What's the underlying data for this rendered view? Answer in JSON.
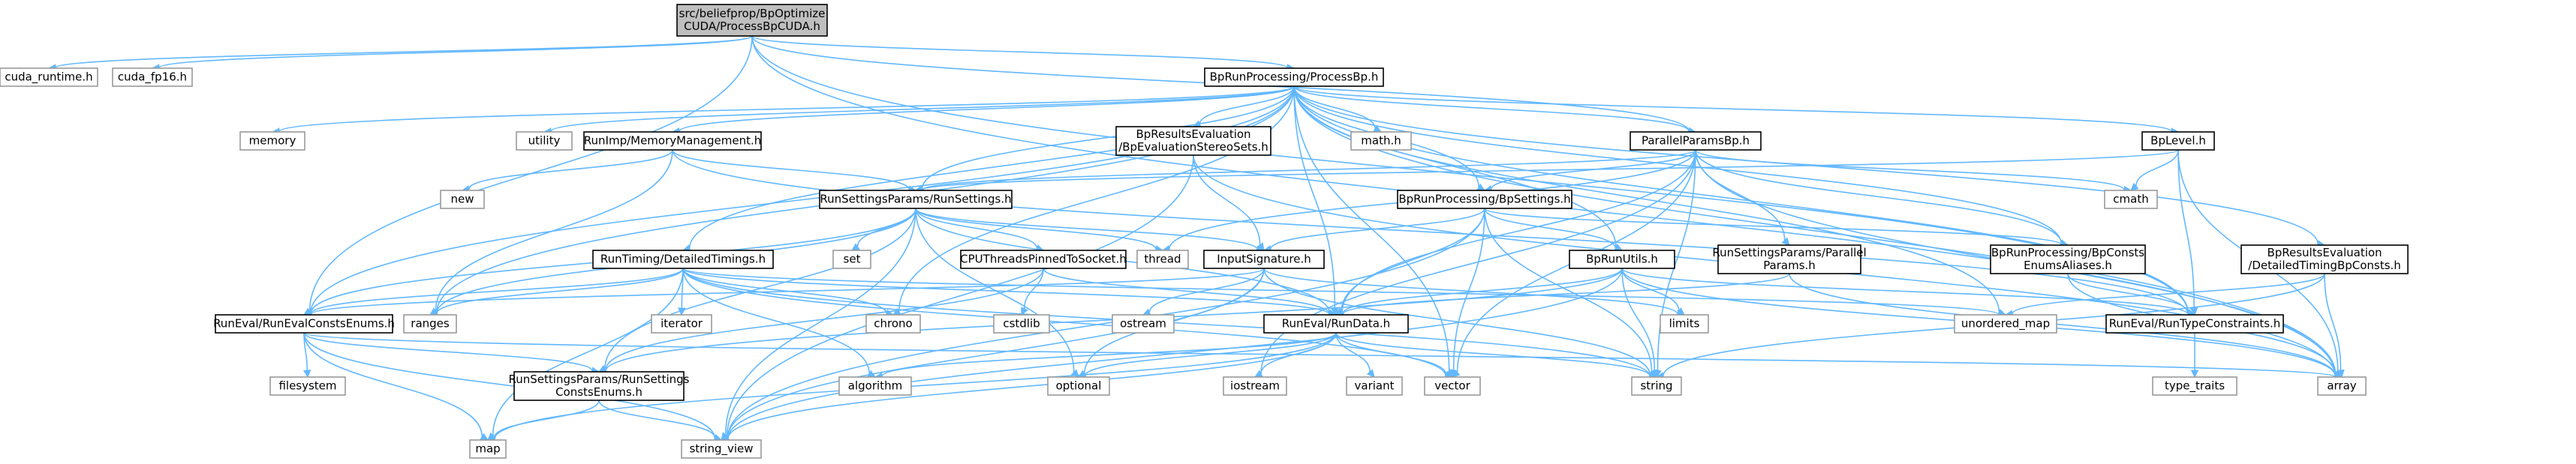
{
  "graph": {
    "nodes": {
      "root": [
        "src/beliefprop/BpOptimize",
        "CUDA/ProcessBpCUDA.h"
      ],
      "cuda_runtime": [
        "cuda_runtime.h"
      ],
      "cuda_fp16": [
        "cuda_fp16.h"
      ],
      "processbp": [
        "BpRunProcessing/ProcessBp.h"
      ],
      "memory": [
        "memory"
      ],
      "utility": [
        "utility"
      ],
      "memorymgmt": [
        "RunImp/MemoryManagement.h"
      ],
      "evalstereo": [
        "BpResultsEvaluation",
        "/BpEvaluationStereoSets.h"
      ],
      "mathh": [
        "math.h"
      ],
      "parallelparams": [
        "ParallelParamsBp.h"
      ],
      "bplevel": [
        "BpLevel.h"
      ],
      "newh": [
        "new"
      ],
      "runsettings": [
        "RunSettingsParams/RunSettings.h"
      ],
      "bpsettings": [
        "BpRunProcessing/BpSettings.h"
      ],
      "cmath": [
        "cmath"
      ],
      "settype": [
        "set"
      ],
      "thread": [
        "thread"
      ],
      "cputhreads": [
        "CPUThreadsPinnedToSocket.h"
      ],
      "inputsig": [
        "InputSignature.h"
      ],
      "bprunutils": [
        "BpRunUtils.h"
      ],
      "rsparallel": [
        "RunSettingsParams/Parallel",
        "Params.h"
      ],
      "bpconsts": [
        "BpRunProcessing/BpConsts",
        "EnumsAliases.h"
      ],
      "dettimingbp": [
        "BpResultsEvaluation",
        "/DetailedTimingBpConsts.h"
      ],
      "dettimings": [
        "RunTiming/DetailedTimings.h"
      ],
      "iterator": [
        "iterator"
      ],
      "chrono": [
        "chrono"
      ],
      "cstdlib": [
        "cstdlib"
      ],
      "ostream": [
        "ostream"
      ],
      "limits": [
        "limits"
      ],
      "unordered_map": [
        "unordered_map"
      ],
      "runtypeconstraints": [
        "RunEval/RunTypeConstraints.h"
      ],
      "ranges": [
        "ranges"
      ],
      "evalconsts": [
        "RunEval/RunEvalConstsEnums.h"
      ],
      "rundata": [
        "RunEval/RunData.h"
      ],
      "filesystem": [
        "filesystem"
      ],
      "rsconsts": [
        "RunSettingsParams/RunSettings",
        "ConstsEnums.h"
      ],
      "algorithm": [
        "algorithm"
      ],
      "optional": [
        "optional"
      ],
      "iostream": [
        "iostream"
      ],
      "variant": [
        "variant"
      ],
      "vector": [
        "vector"
      ],
      "string": [
        "string"
      ],
      "type_traits": [
        "type_traits"
      ],
      "array": [
        "array"
      ],
      "map": [
        "map"
      ],
      "string_view": [
        "string_view"
      ]
    }
  }
}
